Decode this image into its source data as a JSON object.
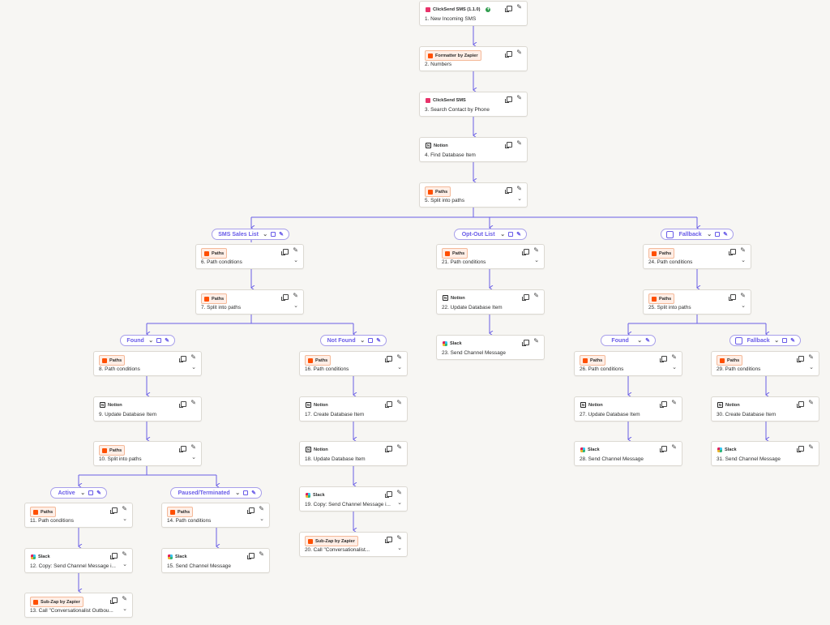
{
  "steps": {
    "s1": {
      "app": "ClickSend SMS (1.1.0)",
      "title": "1. New Incoming SMS"
    },
    "s2": {
      "app": "Formatter by Zapier",
      "title": "2. Numbers"
    },
    "s3": {
      "app": "ClickSend SMS",
      "title": "3. Search Contact by Phone"
    },
    "s4": {
      "app": "Notion",
      "title": "4. Find Database Item"
    },
    "s5": {
      "app": "Paths",
      "title": "5. Split into paths"
    },
    "s6": {
      "app": "Paths",
      "title": "6. Path conditions"
    },
    "s7": {
      "app": "Paths",
      "title": "7. Split into paths"
    },
    "s8": {
      "app": "Paths",
      "title": "8. Path conditions"
    },
    "s9": {
      "app": "Notion",
      "title": "9. Update Database Item"
    },
    "s10": {
      "app": "Paths",
      "title": "10. Split into paths"
    },
    "s11": {
      "app": "Paths",
      "title": "11. Path conditions"
    },
    "s12": {
      "app": "Slack",
      "title": "12. Copy: Send Channel Message i..."
    },
    "s13": {
      "app": "Sub-Zap by Zapier",
      "title": "13. Call \"Conversationalist Outbou..."
    },
    "s14": {
      "app": "Paths",
      "title": "14. Path conditions"
    },
    "s15": {
      "app": "Slack",
      "title": "15. Send Channel Message"
    },
    "s16": {
      "app": "Paths",
      "title": "16. Path conditions"
    },
    "s17": {
      "app": "Notion",
      "title": "17. Create Database Item"
    },
    "s18": {
      "app": "Notion",
      "title": "18. Update Database Item"
    },
    "s19": {
      "app": "Slack",
      "title": "19. Copy: Send Channel Message i..."
    },
    "s20": {
      "app": "Sub-Zap by Zapier",
      "title": "20. Call \"Conversationalist..."
    },
    "s21": {
      "app": "Paths",
      "title": "21. Path conditions"
    },
    "s22": {
      "app": "Notion",
      "title": "22. Update Database Item"
    },
    "s23": {
      "app": "Slack",
      "title": "23. Send Channel Message"
    },
    "s24": {
      "app": "Paths",
      "title": "24. Path conditions"
    },
    "s25": {
      "app": "Paths",
      "title": "25. Split into paths"
    },
    "s26": {
      "app": "Paths",
      "title": "26. Path conditions"
    },
    "s27": {
      "app": "Notion",
      "title": "27. Update Database Item"
    },
    "s28": {
      "app": "Slack",
      "title": "28. Send Channel Message"
    },
    "s29": {
      "app": "Paths",
      "title": "29. Path conditions"
    },
    "s30": {
      "app": "Notion",
      "title": "30. Create Database Item"
    },
    "s31": {
      "app": "Slack",
      "title": "31. Send Channel Message"
    }
  },
  "paths": {
    "sms_sales_list": "SMS Sales List",
    "opt_out_list": "Opt-Out List",
    "fallback_1": "Fallback",
    "found_1": "Found",
    "not_found": "Not Found",
    "active": "Active",
    "paused_terminated": "Paused/Terminated",
    "found_2": "Found",
    "fallback_2": "Fallback"
  },
  "icons": {
    "chevron": "chevron-down-icon",
    "copy": "duplicate-icon",
    "edit": "pencil-icon",
    "add": "plus-icon"
  },
  "colors": {
    "connector": "#6a5fe6",
    "path_border": "#a79eea",
    "path_text": "#695be8",
    "badge_bg": "#ffeee6",
    "badge_border": "#f4b999",
    "canvas": "#f7f6f3"
  }
}
